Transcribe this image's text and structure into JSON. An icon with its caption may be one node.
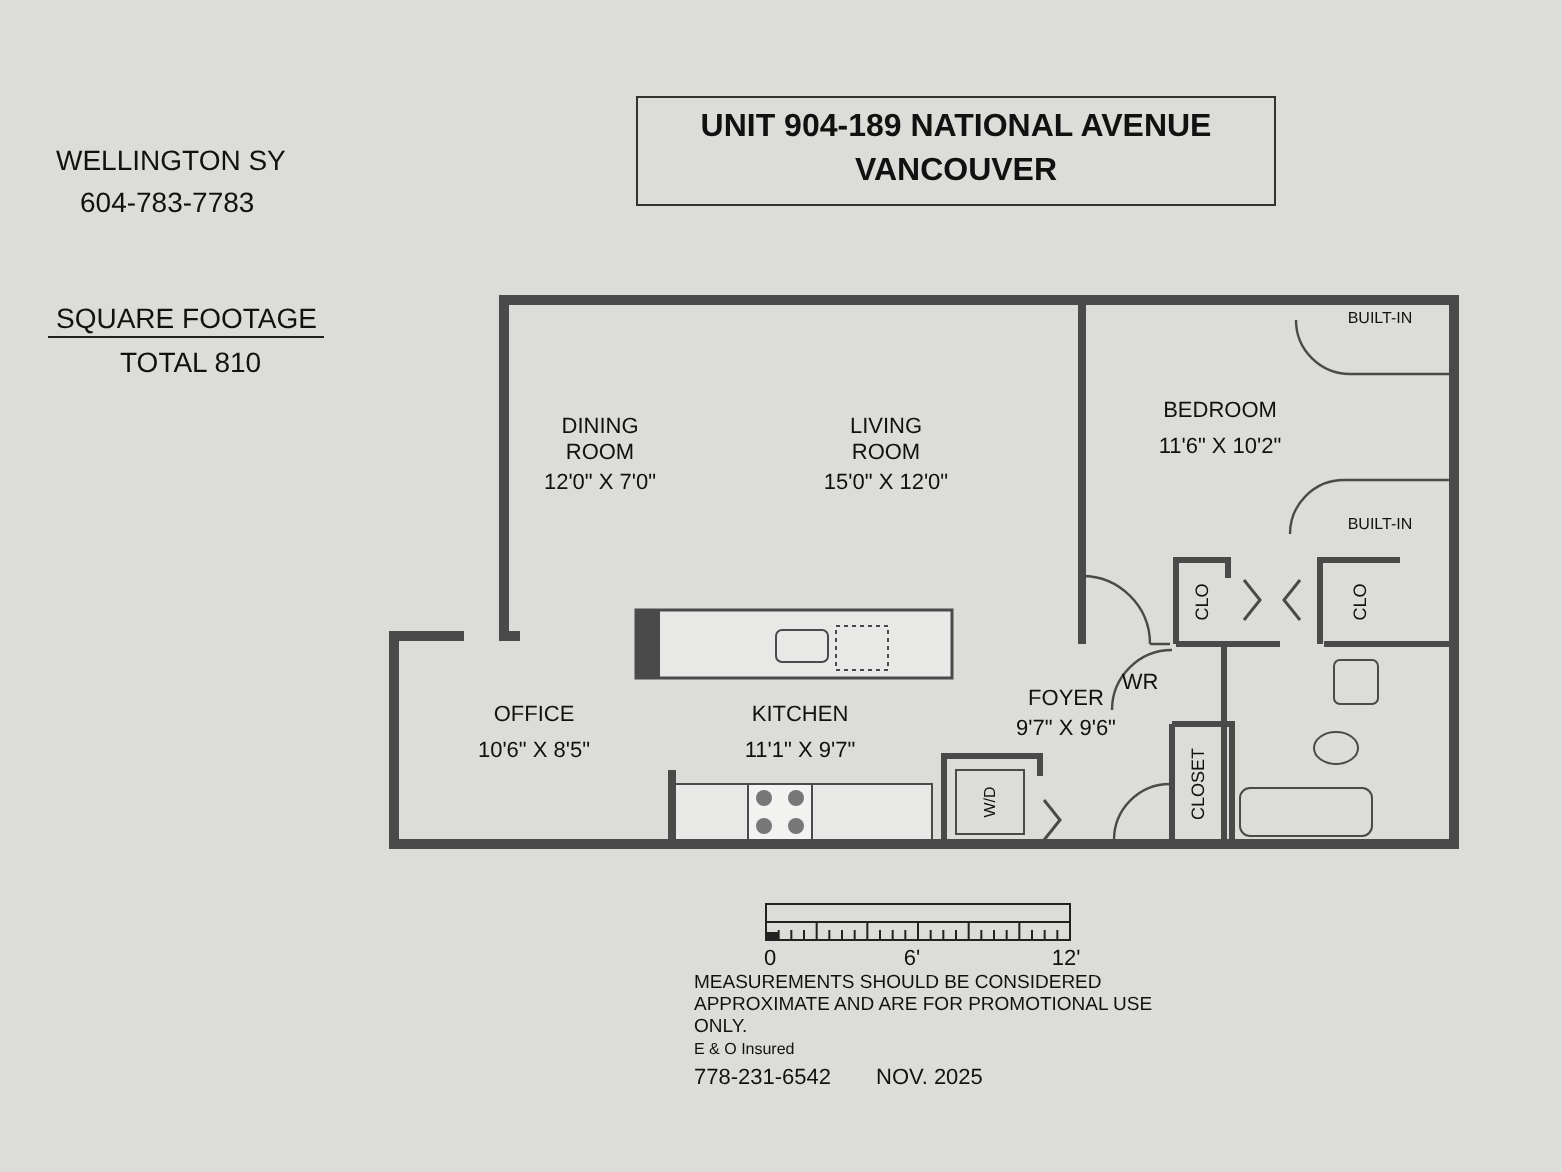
{
  "diagram": {
    "title": "UNIT 904-189 NATIONAL AVENUE VANCOUVER",
    "labels": [
      "WELLINGTON SY",
      "604-783-7783",
      "SQUARE FOOTAGE",
      "TOTAL 810",
      "BUILT-IN",
      "DINING ROOM",
      "12'0\" X 7'0\"",
      "LIVING ROOM",
      "15'0\" X 12'0\"",
      "BEDROOM",
      "11'6\" X 10'2\"",
      "BUILT-IN",
      "CLO",
      "CLO",
      "WR",
      "OFFICE",
      "10'6\" X 8'5\"",
      "KITCHEN",
      "11'1\" X 9'7\"",
      "FOYER",
      "9'7\" X 9'6\"",
      "W/D",
      "CLOSET",
      "0",
      "6'",
      "12'",
      "MEASUREMENTS SHOULD BE CONSIDERED APPROXIMATE AND ARE FOR PROMOTIONAL USE ONLY.",
      "E & O Insured",
      "778-231-6542",
      "NOV. 2025"
    ]
  }
}
